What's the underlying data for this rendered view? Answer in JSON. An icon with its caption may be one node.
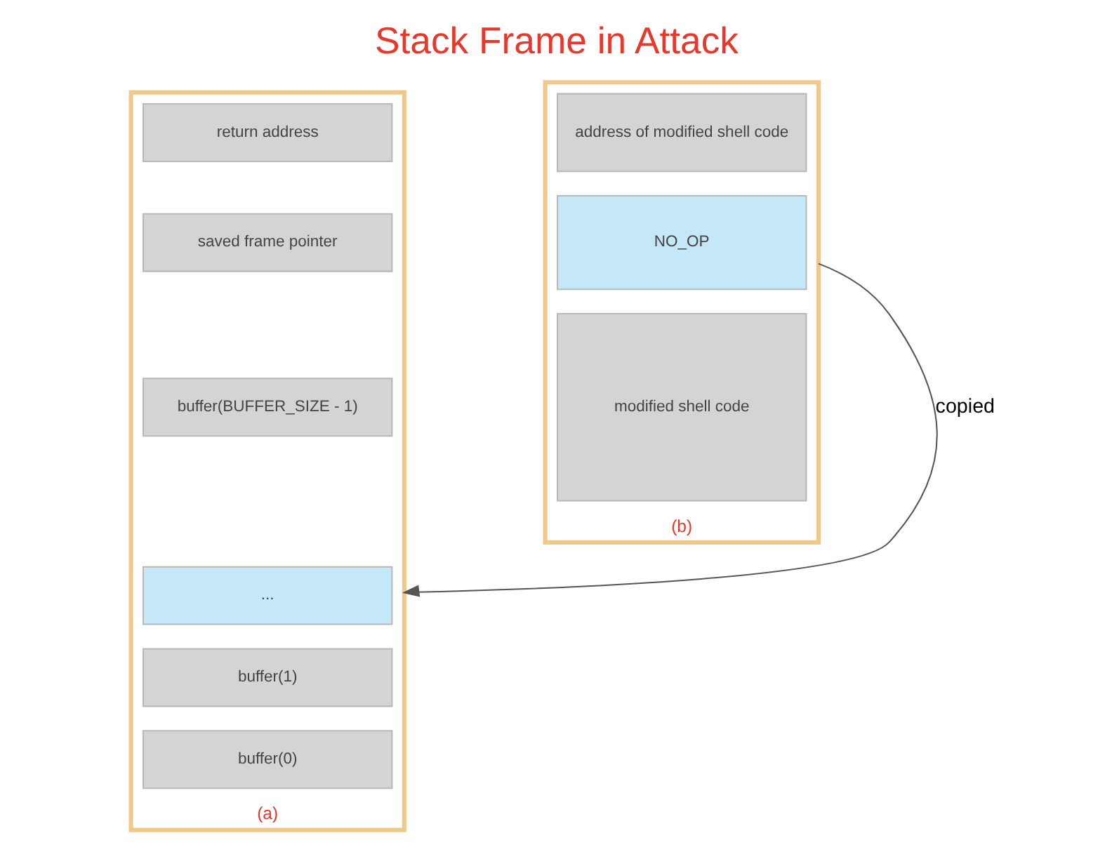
{
  "diagram": {
    "title": "Stack Frame in Attack",
    "nodes": [
      {
        "text": [
          "(a)"
        ]
      },
      {
        "text": [
          "return address"
        ],
        "in": 0
      },
      {
        "text": [
          "saved frame pointer"
        ],
        "in": 0
      },
      {
        "text": [
          "buffer(BUFFER_SIZE - 1)"
        ],
        "in": 0
      },
      {
        "text": [
          "..."
        ],
        "in": 0
      },
      {
        "text": [
          "buffer(1)"
        ],
        "in": 0
      },
      {
        "text": [
          "buffer(0)"
        ],
        "in": 0
      },
      {
        "text": [
          "(b)"
        ]
      },
      {
        "text": [
          "address of modified shell code"
        ],
        "in": 7
      },
      {
        "text": [
          "NO_OP"
        ],
        "in": 7
      },
      {
        "text": [
          "modified shell code"
        ],
        "in": 7
      }
    ],
    "edges": [
      {
        "from": 7,
        "to": 0,
        "arrow": "to",
        "label": "copied"
      }
    ]
  }
}
